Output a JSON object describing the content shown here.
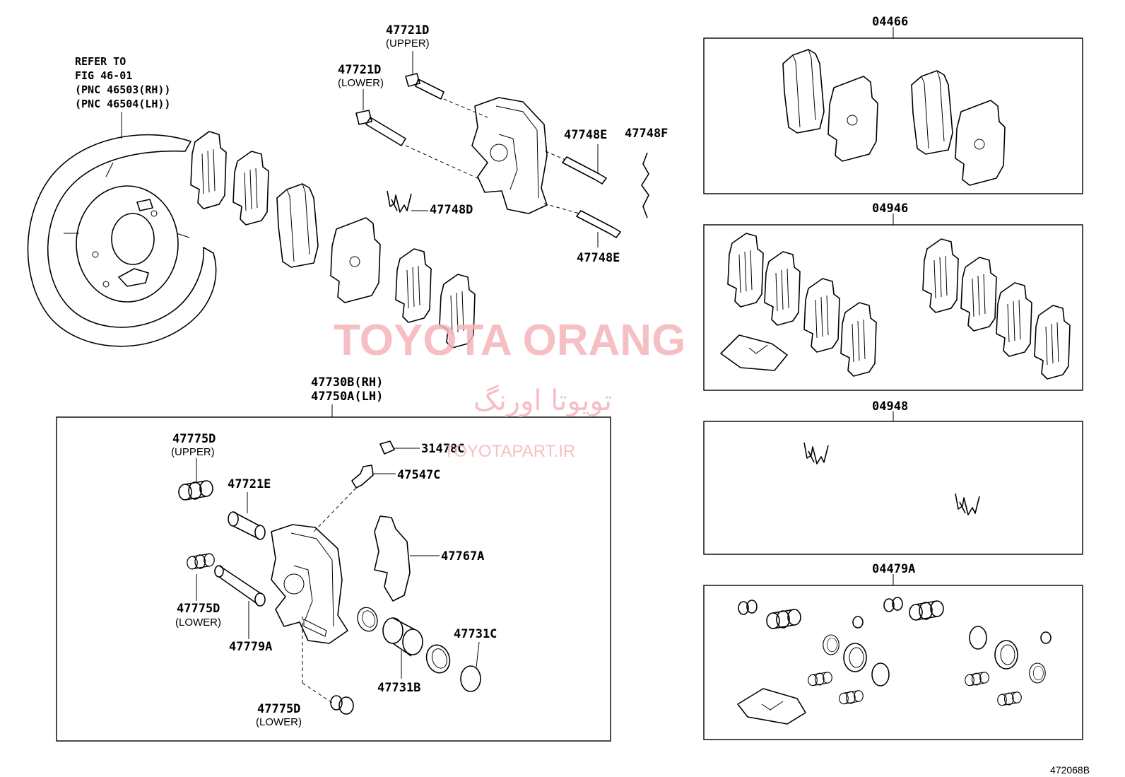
{
  "refer_note": {
    "line1": "REFER TO",
    "line2": "FIG 46-01",
    "line3": "(PNC 46503(RH))",
    "line4": "(PNC 46504(LH))"
  },
  "labels": {
    "bolt_upper": "47721D",
    "bolt_upper_sub": "(UPPER)",
    "bolt_lower": "47721D",
    "bolt_lower_sub": "(LOWER)",
    "pin_e_top": "47748E",
    "pin_f": "47748F",
    "clip_d": "47748D",
    "pin_e_bottom": "47748E",
    "caliper_rh": "47730B(RH)",
    "caliper_lh": "47750A(LH)",
    "boot_upper": "47775D",
    "boot_upper_sub": "(UPPER)",
    "sleeve": "47721E",
    "boot_lower": "47775D",
    "boot_lower_sub": "(LOWER)",
    "pin_lower": "47779A",
    "boot_lower2": "47775D",
    "boot_lower2_sub": "(LOWER)",
    "cap": "31478C",
    "bleeder": "47547C",
    "anti_squeal": "47767A",
    "piston_seal": "47731C",
    "piston": "47731B"
  },
  "kits": {
    "pad_kit": "04466",
    "shim_kit": "04946",
    "fitting_kit": "04948",
    "seal_kit": "04479A"
  },
  "watermark": {
    "brand": "TOYOTA ORANG",
    "brand_fa": "تویوتا اورنگ",
    "site": "TOYOTAPART.IR"
  },
  "figure_id": "472068B"
}
